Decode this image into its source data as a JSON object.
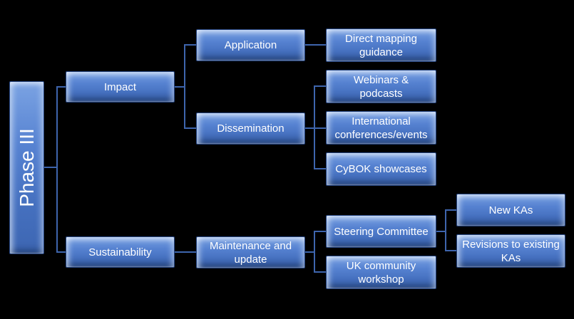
{
  "diagram": {
    "type": "hierarchy-smartart",
    "background_color": "#000000",
    "node_fill_color": "#4472C4",
    "node_border_color": "#24437F",
    "connector_color": "#3E65AD",
    "text_color": "#FFFFFF",
    "nodes": {
      "root": {
        "label": "Phase III"
      },
      "impact": {
        "label": "Impact"
      },
      "application": {
        "label": "Application"
      },
      "direct_mapping": {
        "label": "Direct mapping\nguidance"
      },
      "dissemination": {
        "label": "Dissemination"
      },
      "webinars": {
        "label": "Webinars &\npodcasts"
      },
      "international": {
        "label": "International\nconferences/events"
      },
      "cybok_showcases": {
        "label": "CyBOK showcases"
      },
      "sustainability": {
        "label": "Sustainability"
      },
      "maintenance": {
        "label": "Maintenance and\nupdate"
      },
      "steering": {
        "label": "Steering Committee"
      },
      "uk_workshop": {
        "label": "UK community\nworkshop"
      },
      "new_kas": {
        "label": "New KAs"
      },
      "revisions": {
        "label": "Revisions to existing\nKAs"
      }
    },
    "structure": {
      "Phase III": {
        "Impact": {
          "Application": [
            "Direct mapping guidance"
          ],
          "Dissemination": [
            "Webinars & podcasts",
            "International conferences/events",
            "CyBOK showcases"
          ]
        },
        "Sustainability": {
          "Maintenance and update": {
            "Steering Committee": [
              "New KAs",
              "Revisions to existing KAs"
            ],
            "UK community workshop": []
          }
        }
      }
    }
  }
}
